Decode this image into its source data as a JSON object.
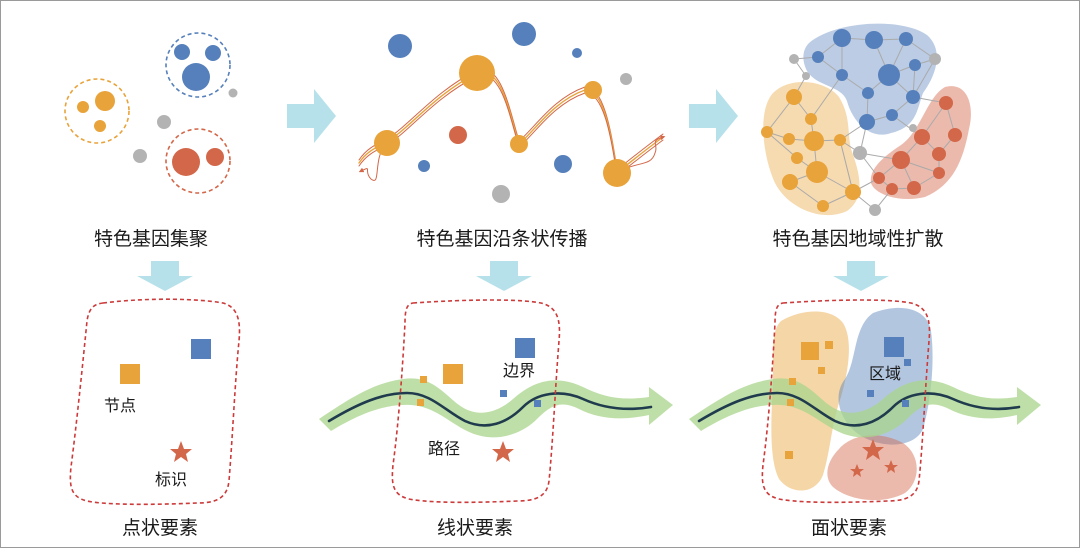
{
  "colors": {
    "blue": "#5680bb",
    "orange": "#e8a33a",
    "red": "#d36749",
    "gray": "#b3b3b3",
    "arrow": "#b7e1ea",
    "dashed": "#cc3a3a",
    "green": "#a9d48b",
    "river": "#1f3b4d"
  },
  "stages": [
    {
      "title": "特色基因集聚",
      "element": "点状要素"
    },
    {
      "title": "特色基因沿条状传播",
      "element": "线状要素"
    },
    {
      "title": "特色基因地域性扩散",
      "element": "面状要素"
    }
  ],
  "labels": {
    "node": "节点",
    "marker": "标识",
    "boundary": "边界",
    "path": "路径",
    "region": "区域"
  }
}
